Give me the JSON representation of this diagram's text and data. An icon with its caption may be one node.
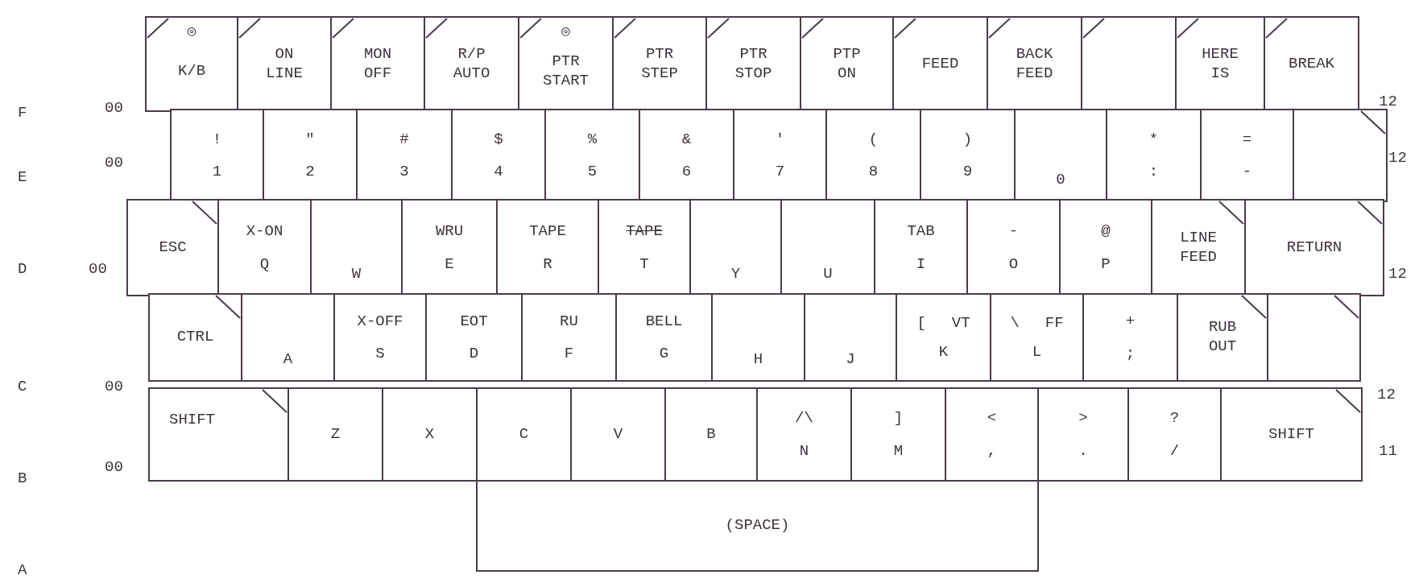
{
  "diagram": {
    "nodes": [
      {
        "text": [
          "◎",
          "K/B"
        ]
      },
      {
        "text": [
          "ON LINE"
        ]
      },
      {
        "text": [
          "MON OFF"
        ]
      },
      {
        "text": [
          "R/P AUTO"
        ]
      },
      {
        "text": [
          "◎",
          "PTR START"
        ]
      },
      {
        "text": [
          "PTR STEP"
        ]
      },
      {
        "text": [
          "PTR STOP"
        ]
      },
      {
        "text": [
          "PTP ON"
        ]
      },
      {
        "text": [
          "FEED"
        ]
      },
      {
        "text": [
          "BACK FEED"
        ]
      },
      {
        "text": [],
        "shape": "box"
      },
      {
        "text": [
          "HERE IS"
        ]
      },
      {
        "text": [
          "BREAK"
        ]
      },
      {
        "text": [
          "!",
          "1"
        ]
      },
      {
        "text": [
          "\"",
          "2"
        ]
      },
      {
        "text": [
          "#",
          "3"
        ]
      },
      {
        "text": [
          "$",
          "4"
        ]
      },
      {
        "text": [
          "%",
          "5"
        ]
      },
      {
        "text": [
          "&",
          "6"
        ]
      },
      {
        "text": [
          "'",
          "7"
        ]
      },
      {
        "text": [
          "(",
          "8"
        ]
      },
      {
        "text": [
          ")",
          "9"
        ]
      },
      {
        "text": [
          "0"
        ]
      },
      {
        "text": [
          "*",
          ":"
        ]
      },
      {
        "text": [
          "=",
          "-"
        ]
      },
      {
        "text": [],
        "shape": "box"
      },
      {
        "text": [
          "ESC"
        ]
      },
      {
        "text": [
          "X-ON",
          "Q"
        ]
      },
      {
        "text": [
          "W"
        ]
      },
      {
        "text": [
          "WRU",
          "E"
        ]
      },
      {
        "text": [
          "TAPE",
          "R"
        ]
      },
      {
        "text": [
          "TAPE",
          "T"
        ]
      },
      {
        "text": [
          "Y"
        ]
      },
      {
        "text": [
          "U"
        ]
      },
      {
        "text": [
          "TAB",
          "I"
        ]
      },
      {
        "text": [
          "-",
          "O"
        ]
      },
      {
        "text": [
          "@",
          "P"
        ]
      },
      {
        "text": [
          "LINE FEED"
        ]
      },
      {
        "text": [
          "RETURN"
        ]
      },
      {
        "text": [
          "CTRL"
        ]
      },
      {
        "text": [
          "A"
        ]
      },
      {
        "text": [
          "X-OFF",
          "S"
        ]
      },
      {
        "text": [
          "EOT",
          "D"
        ]
      },
      {
        "text": [
          "RU",
          "F"
        ]
      },
      {
        "text": [
          "BELL",
          "G"
        ]
      },
      {
        "text": [
          "H"
        ]
      },
      {
        "text": [
          "J"
        ]
      },
      {
        "text": [
          "[",
          "VT",
          "K"
        ]
      },
      {
        "text": [
          "\\",
          "FF",
          "L"
        ]
      },
      {
        "text": [
          "+",
          ";"
        ]
      },
      {
        "text": [
          "RUB OUT"
        ]
      },
      {
        "text": [],
        "shape": "box"
      },
      {
        "text": [
          "SHIFT"
        ]
      },
      {
        "text": [
          "Z"
        ]
      },
      {
        "text": [
          "X"
        ]
      },
      {
        "text": [
          "C"
        ]
      },
      {
        "text": [
          "V"
        ]
      },
      {
        "text": [
          "B"
        ]
      },
      {
        "text": [
          "/\\",
          "N"
        ]
      },
      {
        "text": [
          "]",
          "M"
        ]
      },
      {
        "text": [
          "<",
          ","
        ]
      },
      {
        "text": [
          ">",
          "."
        ]
      },
      {
        "text": [
          "?",
          "/"
        ]
      },
      {
        "text": [
          "SHIFT"
        ]
      },
      {
        "text": [
          "(SPACE)"
        ]
      }
    ],
    "labels": [
      "F",
      "00",
      "12",
      "E",
      "00",
      "12",
      "D",
      "00",
      "12",
      "C",
      "00",
      "12",
      "B",
      "00",
      "11",
      "A"
    ]
  }
}
